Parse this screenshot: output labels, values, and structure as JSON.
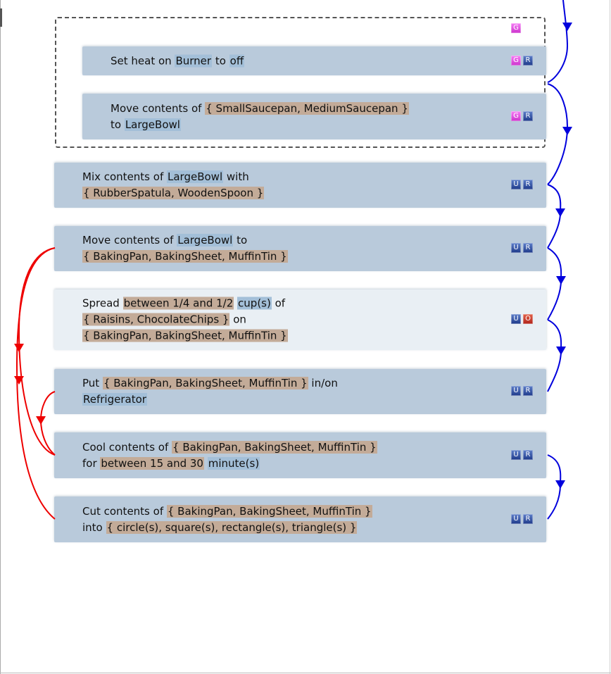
{
  "steps": [
    {
      "id": "set-heat",
      "in_group": true,
      "parts": [
        {
          "text": "Set heat on "
        },
        {
          "text": "Burner",
          "hl": "b"
        },
        {
          "text": " to "
        },
        {
          "text": "off",
          "hl": "b"
        }
      ],
      "badges": [
        "G",
        "R"
      ]
    },
    {
      "id": "move-saucepans",
      "in_group": true,
      "parts": [
        {
          "text": "Move contents of "
        },
        {
          "text": "{ SmallSaucepan, MediumSaucepan }",
          "hl": "t"
        },
        {
          "br": true
        },
        {
          "text": "to "
        },
        {
          "text": "LargeBowl",
          "hl": "b"
        }
      ],
      "badges": [
        "G",
        "R"
      ]
    },
    {
      "id": "mix",
      "parts": [
        {
          "text": "Mix contents of "
        },
        {
          "text": "LargeBowl",
          "hl": "b"
        },
        {
          "text": " with"
        },
        {
          "br": true
        },
        {
          "text": "{ RubberSpatula, WoodenSpoon }",
          "hl": "t"
        }
      ],
      "badges": [
        "U",
        "R"
      ]
    },
    {
      "id": "move-to-pans",
      "parts": [
        {
          "text": "Move contents of "
        },
        {
          "text": "LargeBowl",
          "hl": "b"
        },
        {
          "text": " to"
        },
        {
          "br": true
        },
        {
          "text": "{ BakingPan, BakingSheet, MuffinTin }",
          "hl": "t"
        }
      ],
      "badges": [
        "U",
        "R"
      ]
    },
    {
      "id": "spread",
      "light": true,
      "parts": [
        {
          "text": "Spread "
        },
        {
          "text": "between 1/4 and 1/2",
          "hl": "t"
        },
        {
          "text": " "
        },
        {
          "text": "cup(s)",
          "hl": "b"
        },
        {
          "text": " of"
        },
        {
          "br": true
        },
        {
          "text": "{ Raisins, ChocolateChips }",
          "hl": "t"
        },
        {
          "text": " on"
        },
        {
          "br": true
        },
        {
          "text": "{ BakingPan, BakingSheet, MuffinTin }",
          "hl": "t"
        }
      ],
      "badges": [
        "U",
        "O"
      ]
    },
    {
      "id": "put",
      "parts": [
        {
          "text": "Put "
        },
        {
          "text": "{ BakingPan, BakingSheet, MuffinTin }",
          "hl": "t"
        },
        {
          "text": " in/on"
        },
        {
          "br": true
        },
        {
          "text": "Refrigerator",
          "hl": "b"
        }
      ],
      "badges": [
        "U",
        "R"
      ]
    },
    {
      "id": "cool",
      "parts": [
        {
          "text": "Cool contents of "
        },
        {
          "text": "{ BakingPan, BakingSheet, MuffinTin }",
          "hl": "t"
        },
        {
          "br": true
        },
        {
          "text": "for "
        },
        {
          "text": "between 15 and 30",
          "hl": "t"
        },
        {
          "text": " "
        },
        {
          "text": "minute(s)",
          "hl": "b"
        }
      ],
      "badges": [
        "U",
        "R"
      ]
    },
    {
      "id": "cut",
      "parts": [
        {
          "text": "Cut contents of "
        },
        {
          "text": "{ BakingPan, BakingSheet, MuffinTin }",
          "hl": "t"
        },
        {
          "br": true
        },
        {
          "text": "into "
        },
        {
          "text": "{ circle(s), square(s), rectangle(s), triangle(s) }",
          "hl": "t"
        }
      ],
      "badges": [
        "U",
        "R"
      ]
    }
  ],
  "group": {
    "badge": "G"
  },
  "colors": {
    "step_bg": "#b9cadb",
    "step_bg_light": "#e9eff4",
    "highlight_blue": "#a3bfd8",
    "highlight_tan": "#c3ab98",
    "forward_arrow": "#0000dd",
    "back_arrow": "#ee0000"
  },
  "icons": [
    "arrowhead-down-icon"
  ]
}
